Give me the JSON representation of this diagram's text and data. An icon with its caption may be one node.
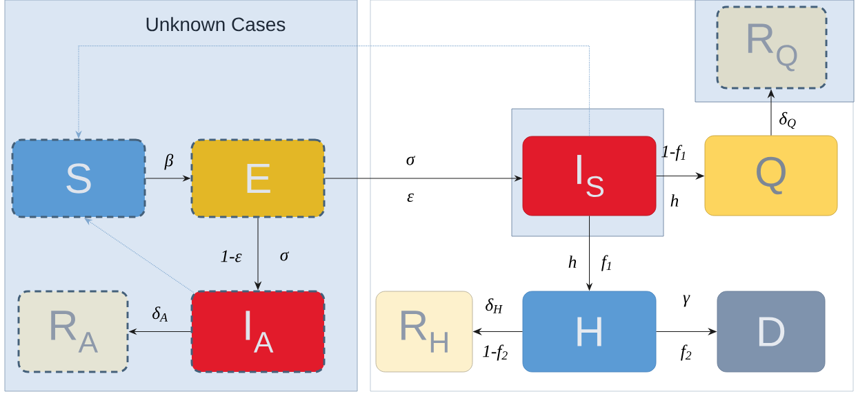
{
  "diagram": {
    "nodes": [
      {
        "text": [
          "Unknown Cases"
        ]
      },
      {
        "text": [
          "S"
        ],
        "in": 0
      },
      {
        "text": [
          "E"
        ],
        "in": 0
      },
      {
        "text": [
          "I$_{A}$"
        ],
        "in": 0
      },
      {
        "text": [
          "R$_{A}$"
        ],
        "in": 0
      },
      {
        "text": [],
        "shape": "box"
      },
      {
        "text": [
          "I$_{S}$"
        ],
        "in": 5
      },
      {
        "text": [
          "Q"
        ]
      },
      {
        "text": [],
        "shape": "box"
      },
      {
        "text": [
          "R$_{Q}$"
        ],
        "in": 8
      },
      {
        "text": [
          "H"
        ]
      },
      {
        "text": [
          "R$_{H}$"
        ]
      },
      {
        "text": [
          "D"
        ]
      }
    ],
    "edges": [
      {
        "from": 1,
        "to": 2,
        "arrow": "to",
        "label": "β"
      },
      {
        "from": 2,
        "to": 6,
        "arrow": "to",
        "label": "σ"
      },
      {
        "from": 2,
        "to": 3,
        "arrow": "to",
        "label": "1-ε"
      },
      {
        "from": 3,
        "to": 4,
        "arrow": "to",
        "label": "δ$_{A}$"
      },
      {
        "from": 3,
        "to": 1,
        "arrow": "to",
        "style": "dashed",
        "color": "#7fa7cf"
      },
      {
        "from": 6,
        "to": 1,
        "arrow": "to",
        "style": "dashed",
        "color": "#7fa7cf"
      },
      {
        "from": 6,
        "to": 7,
        "arrow": "to",
        "label": "1-f$_{1}$"
      },
      {
        "from": 7,
        "to": 9,
        "arrow": "to",
        "label": "δ$_{Q}$"
      },
      {
        "from": 6,
        "to": 10,
        "arrow": "to",
        "label": "h"
      },
      {
        "from": 10,
        "to": 11,
        "arrow": "to",
        "label": "δ$_{H}$"
      },
      {
        "from": 10,
        "to": 12,
        "arrow": "to",
        "label": "γ"
      }
    ],
    "labels": [
      "ε",
      "h",
      "σ",
      "f$_{1}$",
      "1-f$_{2}$",
      "f$_{2}$"
    ]
  }
}
